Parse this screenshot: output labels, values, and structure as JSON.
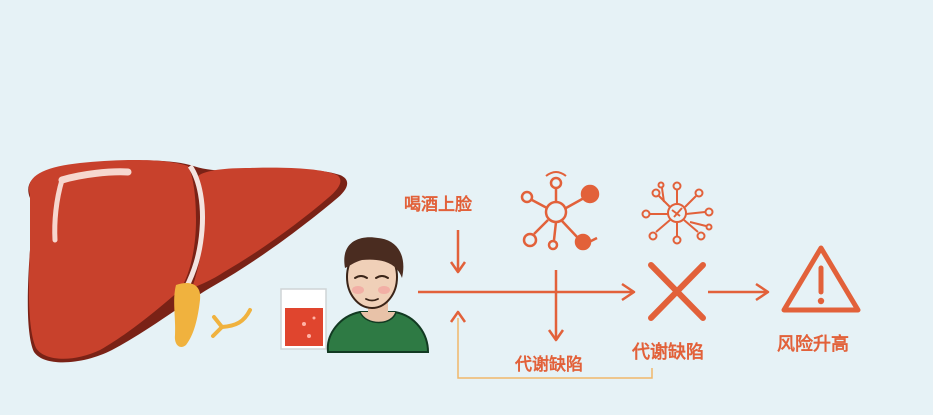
{
  "labels": {
    "flush": "喝酒上脸",
    "metabolic_defect_lower": "代谢缺陷",
    "metabolic_defect_right": "代谢缺陷",
    "risk_increase": "风险升高"
  },
  "colors": {
    "background": "#e6f2f6",
    "accent": "#e2613a",
    "liver": "#c8412c",
    "liver_dark": "#7a2216",
    "gallbladder": "#f0b23e",
    "shirt": "#2e7a44",
    "hair": "#4a2c20",
    "drink": "#e0452e"
  },
  "icons": [
    "liver-icon",
    "curved-arrow-icon",
    "glass-icon",
    "person-icon",
    "molecule-icon",
    "molecule-cluster-icon",
    "cross-icon",
    "warning-icon"
  ]
}
